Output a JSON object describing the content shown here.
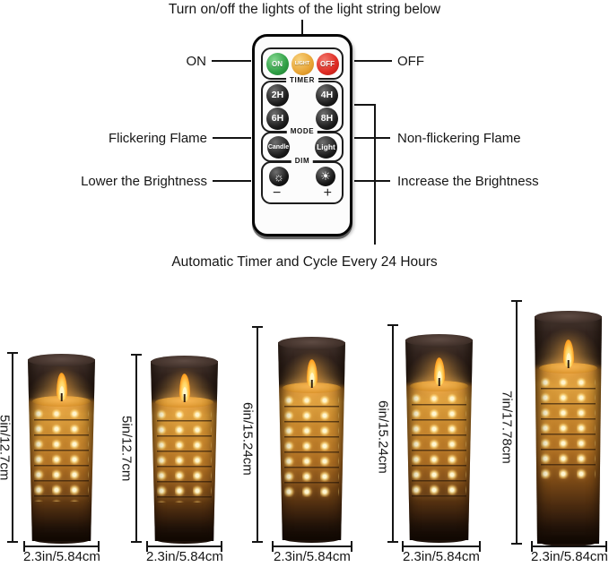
{
  "title": "Turn on/off the lights of the light string below",
  "footer": "Automatic Timer and Cycle Every 24 Hours",
  "annotations": {
    "on": "ON",
    "off": "OFF",
    "flicker": "Flickering Flame",
    "nonflicker": "Non-flickering Flame",
    "lower": "Lower the Brightness",
    "increase": "Increase the Brightness"
  },
  "remote": {
    "power": [
      {
        "label": "ON",
        "color": "#2e9e44"
      },
      {
        "label": "LIGHT",
        "color": "#e8a434"
      },
      {
        "label": "OFF",
        "color": "#de2a22"
      }
    ],
    "timer": {
      "label": "TIMER",
      "buttons": [
        "2H",
        "4H",
        "6H",
        "8H"
      ]
    },
    "mode": {
      "label": "MODE",
      "buttons": [
        "Candle",
        "Light"
      ]
    },
    "dim": {
      "label": "DIM",
      "decrease_icon": "☼",
      "increase_icon": "☀",
      "minus": "−",
      "plus": "+"
    }
  },
  "candles": [
    {
      "height_label": "5in/12.7cm",
      "width_label": "2.3in/5.84cm"
    },
    {
      "height_label": "5in/12.7cm",
      "width_label": "2.3in/5.84cm"
    },
    {
      "height_label": "6in/15.24cm",
      "width_label": "2.3in/5.84cm"
    },
    {
      "height_label": "6in/15.24cm",
      "width_label": "2.3in/5.84cm"
    },
    {
      "height_label": "7in/17.78cm",
      "width_label": "2.3in/5.84cm"
    }
  ],
  "colors": {
    "flame": "#ffd665",
    "wax": "#cd8e2d",
    "glass": "#342620",
    "string_light": "#fff7d2"
  }
}
